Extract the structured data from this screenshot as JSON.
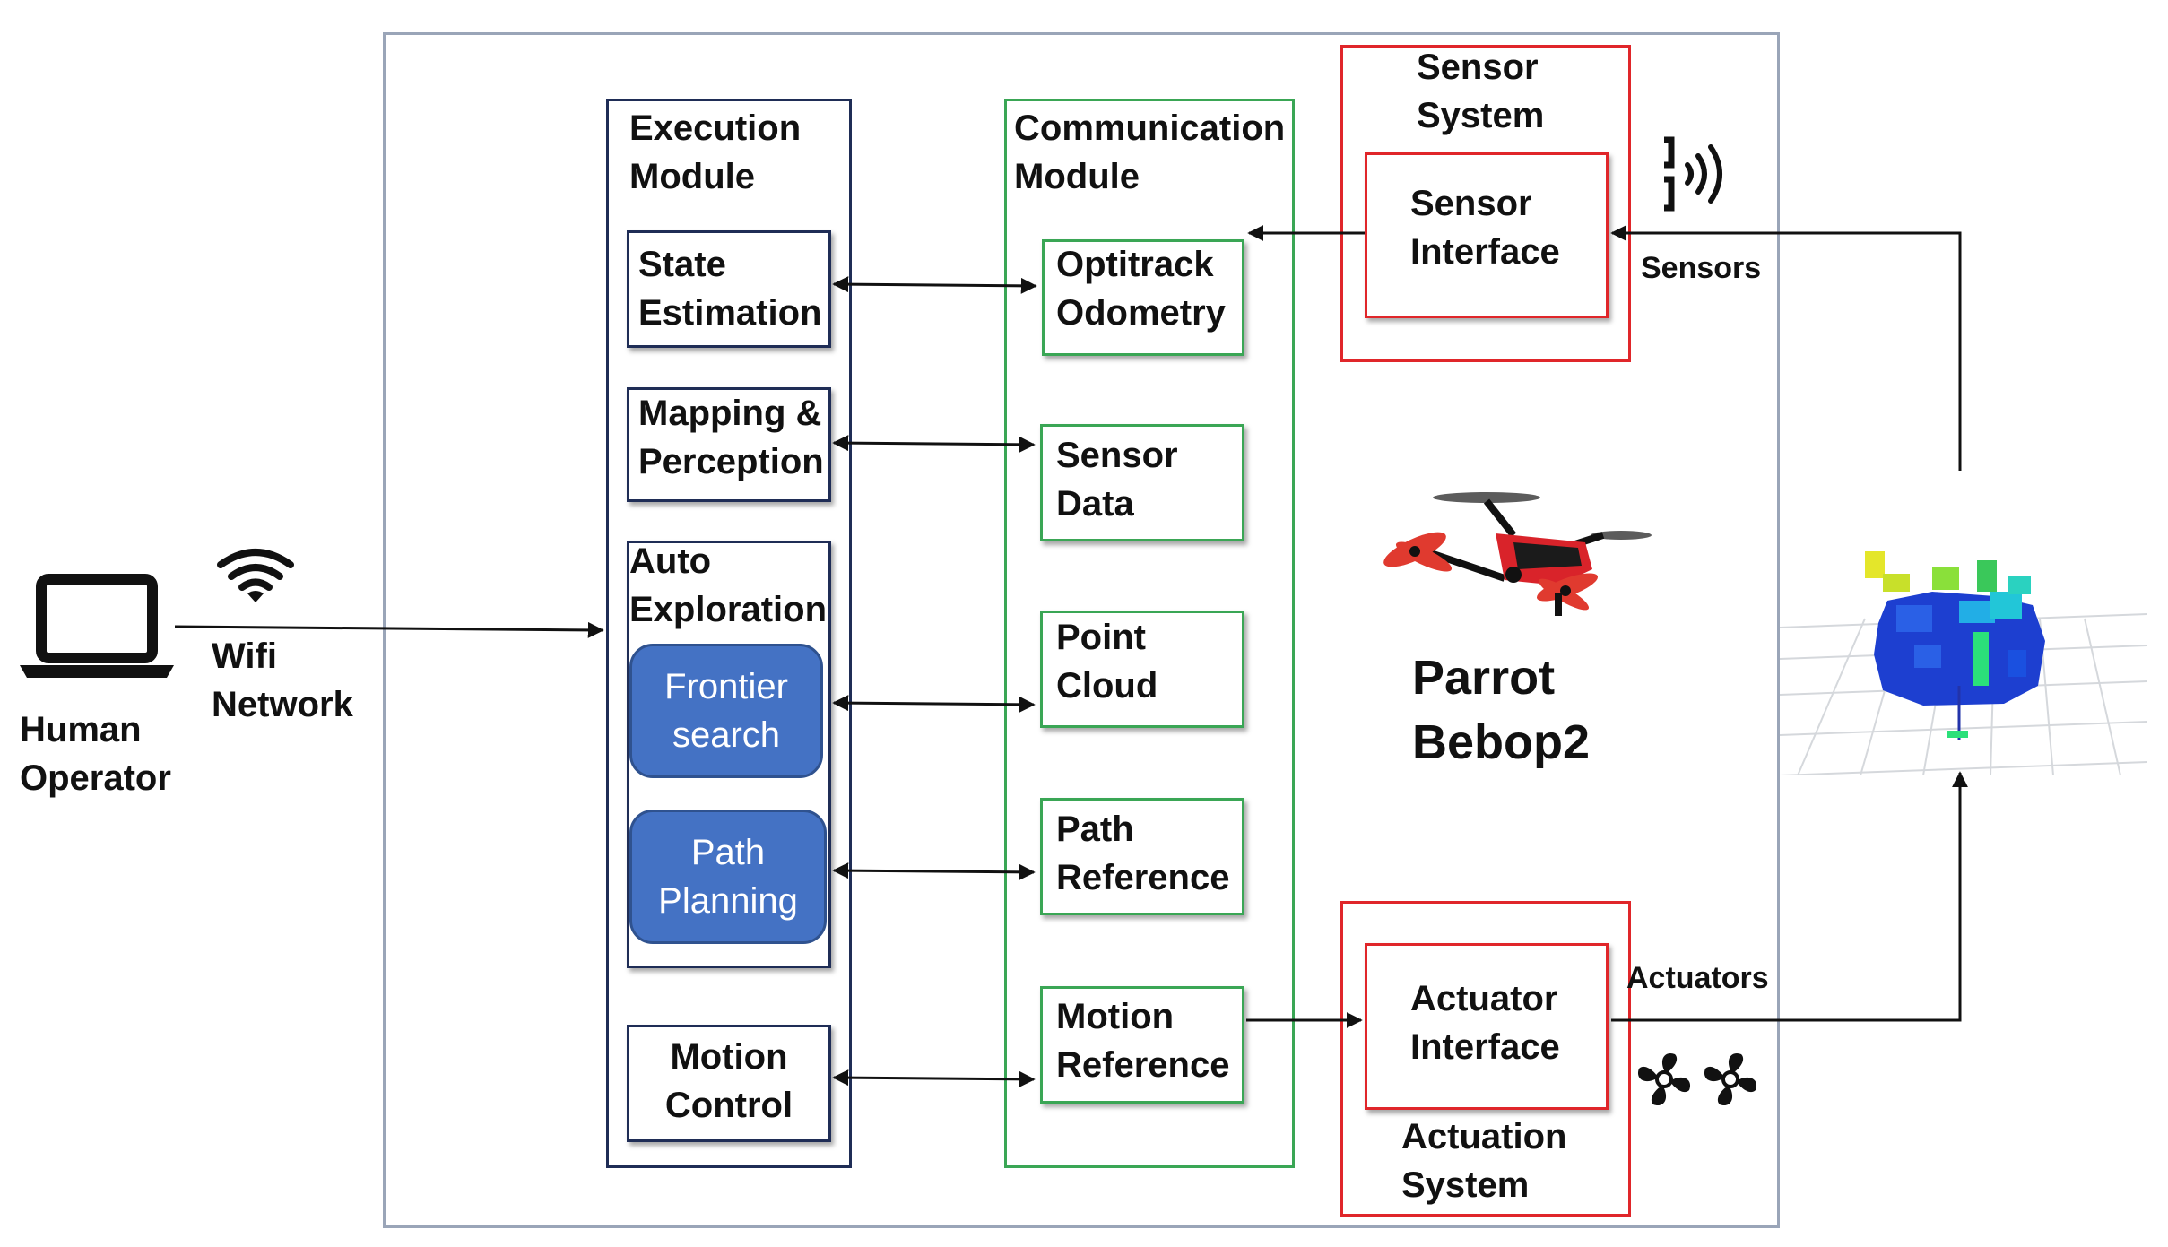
{
  "human_operator": {
    "label": "Human\nOperator",
    "icon": "laptop-icon"
  },
  "wifi": {
    "label": "Wifi\nNetwork",
    "icon": "wifi-icon"
  },
  "execution_module": {
    "title": "Execution\nModule",
    "state_estimation": "State\nEstimation",
    "mapping_perception": "Mapping &\nPerception",
    "auto_exploration": {
      "title": "Auto\nExploration",
      "frontier_search": "Frontier\nsearch",
      "path_planning": "Path\nPlanning"
    },
    "motion_control": "Motion\nControl"
  },
  "communication_module": {
    "title": "Communication\nModule",
    "optitrack": "Optitrack\nOdometry",
    "sensor_data": "Sensor\nData",
    "point_cloud": "Point\nCloud",
    "path_reference": "Path\nReference",
    "motion_reference": "Motion\nReference"
  },
  "sensor_system": {
    "title": "Sensor\nSystem",
    "interface": "Sensor\nInterface"
  },
  "actuation_system": {
    "title": "Actuation\nSystem",
    "interface": "Actuator\nInterface"
  },
  "drone": {
    "label": "Parrot\nBebop2",
    "icon": "drone-icon"
  },
  "sensors_label": "Sensors",
  "actuators_label": "Actuators",
  "map_image": {
    "icon": "voxel-map-icon"
  },
  "colors": {
    "execution": "#1f2d56",
    "communication": "#3aa655",
    "hardware": "#e0262a",
    "pill": "#4472c4",
    "frame": "#9aa5b8"
  }
}
